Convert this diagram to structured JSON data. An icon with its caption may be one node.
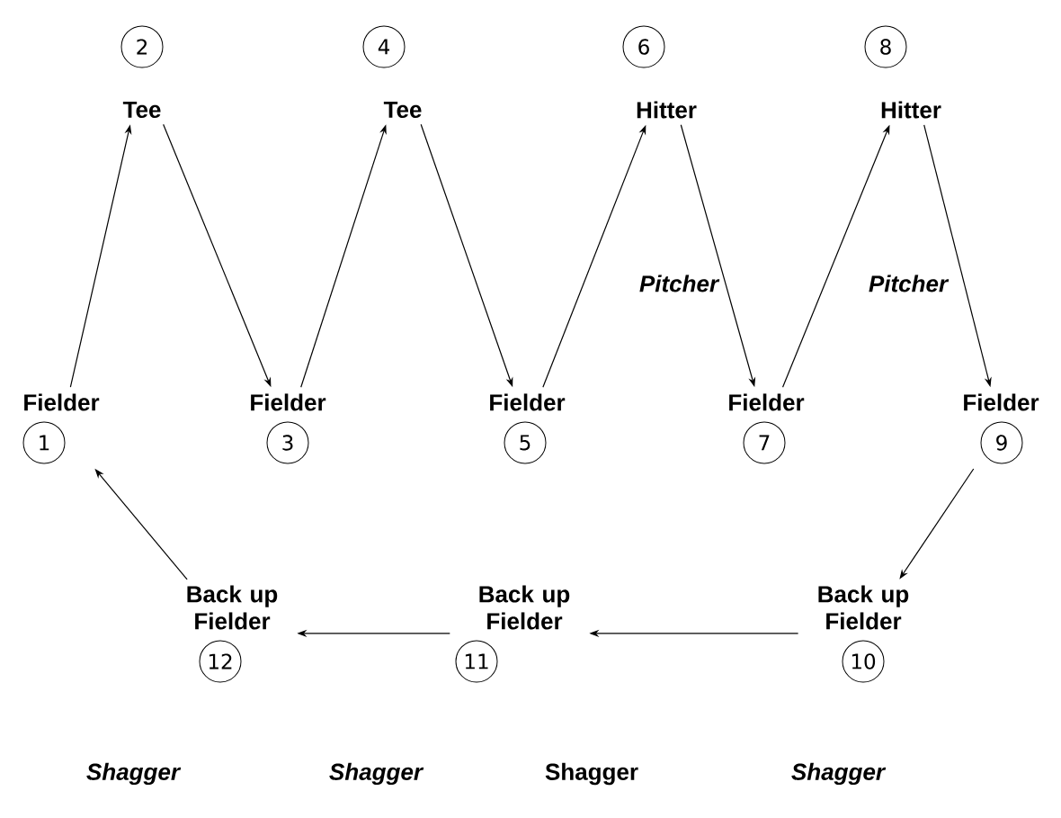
{
  "diagram": {
    "nodes": [
      {
        "text": [
          "Fielder",
          "1"
        ]
      },
      {
        "text": [
          "2",
          "Tee"
        ]
      },
      {
        "text": [
          "Fielder",
          "3"
        ]
      },
      {
        "text": [
          "4",
          "Tee"
        ]
      },
      {
        "text": [
          "Fielder",
          "5"
        ]
      },
      {
        "text": [
          "6",
          "Hitter"
        ]
      },
      {
        "text": [
          "Fielder",
          "7"
        ]
      },
      {
        "text": [
          "8",
          "Hitter"
        ]
      },
      {
        "text": [
          "Fielder",
          "9"
        ]
      },
      {
        "text": [
          "Back up Fielder",
          "10"
        ]
      },
      {
        "text": [
          "Back up Fielder",
          "11"
        ]
      },
      {
        "text": [
          "Back up Fielder",
          "12"
        ]
      }
    ],
    "edges": [
      {
        "from": 0,
        "to": 1,
        "arrow": "to"
      },
      {
        "from": 1,
        "to": 2,
        "arrow": "to"
      },
      {
        "from": 2,
        "to": 3,
        "arrow": "to"
      },
      {
        "from": 3,
        "to": 4,
        "arrow": "to"
      },
      {
        "from": 4,
        "to": 5,
        "arrow": "to"
      },
      {
        "from": 5,
        "to": 6,
        "arrow": "to"
      },
      {
        "from": 6,
        "to": 7,
        "arrow": "to"
      },
      {
        "from": 7,
        "to": 8,
        "arrow": "to"
      },
      {
        "from": 8,
        "to": 9,
        "arrow": "to"
      },
      {
        "from": 9,
        "to": 10,
        "arrow": "to"
      },
      {
        "from": 10,
        "to": 11,
        "arrow": "to"
      },
      {
        "from": 11,
        "to": 0,
        "arrow": "to"
      }
    ],
    "labels": [
      "Pitcher",
      "Pitcher",
      "Shagger",
      "Shagger",
      "Shagger",
      "Shagger"
    ]
  }
}
